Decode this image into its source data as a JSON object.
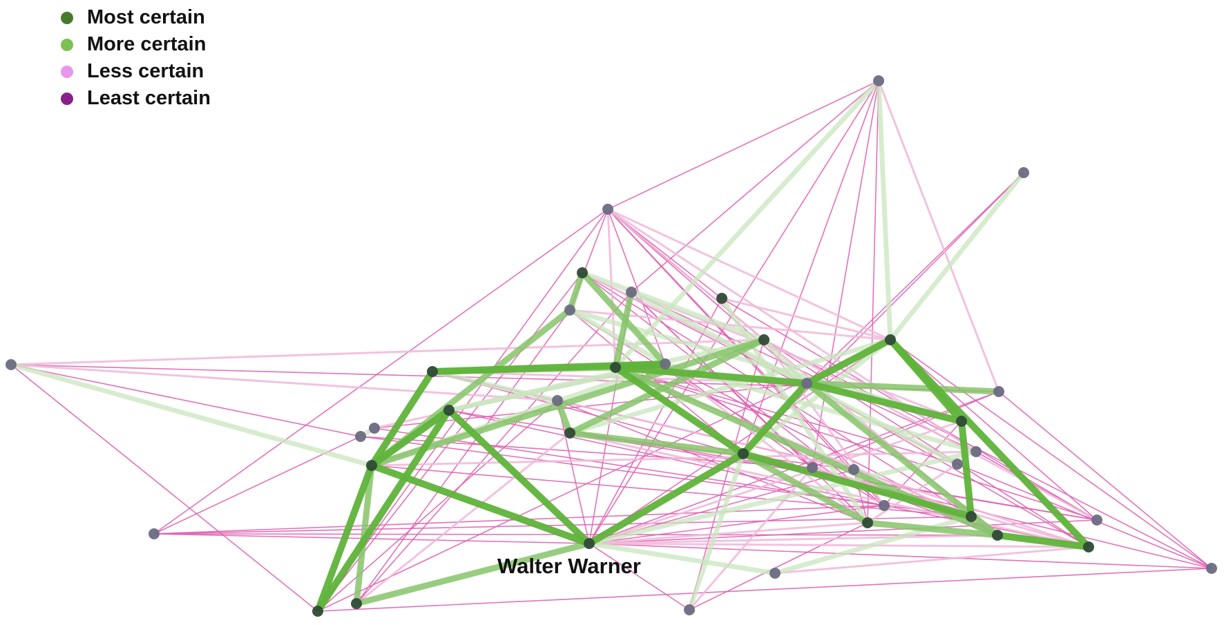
{
  "colors": {
    "most_certain": "#487a2c",
    "more_certain": "#7cc04f",
    "less_certain": "#e996ec",
    "least_certain": "#8b1f8c",
    "edge_most": "#5fb33a",
    "edge_more": "#86c46a",
    "edge_faint": "#c9e5bf",
    "edge_pink": "#e062b2",
    "edge_pink_light": "#f0b7d9",
    "node_plain": "#6c6a82",
    "node_core": "#2f4a37"
  },
  "legend": [
    {
      "label": "Most certain",
      "color": "#487a2c"
    },
    {
      "label": "More certain",
      "color": "#7cc04f"
    },
    {
      "label": "Less certain",
      "color": "#e996ec"
    },
    {
      "label": "Least certain",
      "color": "#8b1f8c"
    }
  ],
  "highlight_label": "Walter Warner"
}
